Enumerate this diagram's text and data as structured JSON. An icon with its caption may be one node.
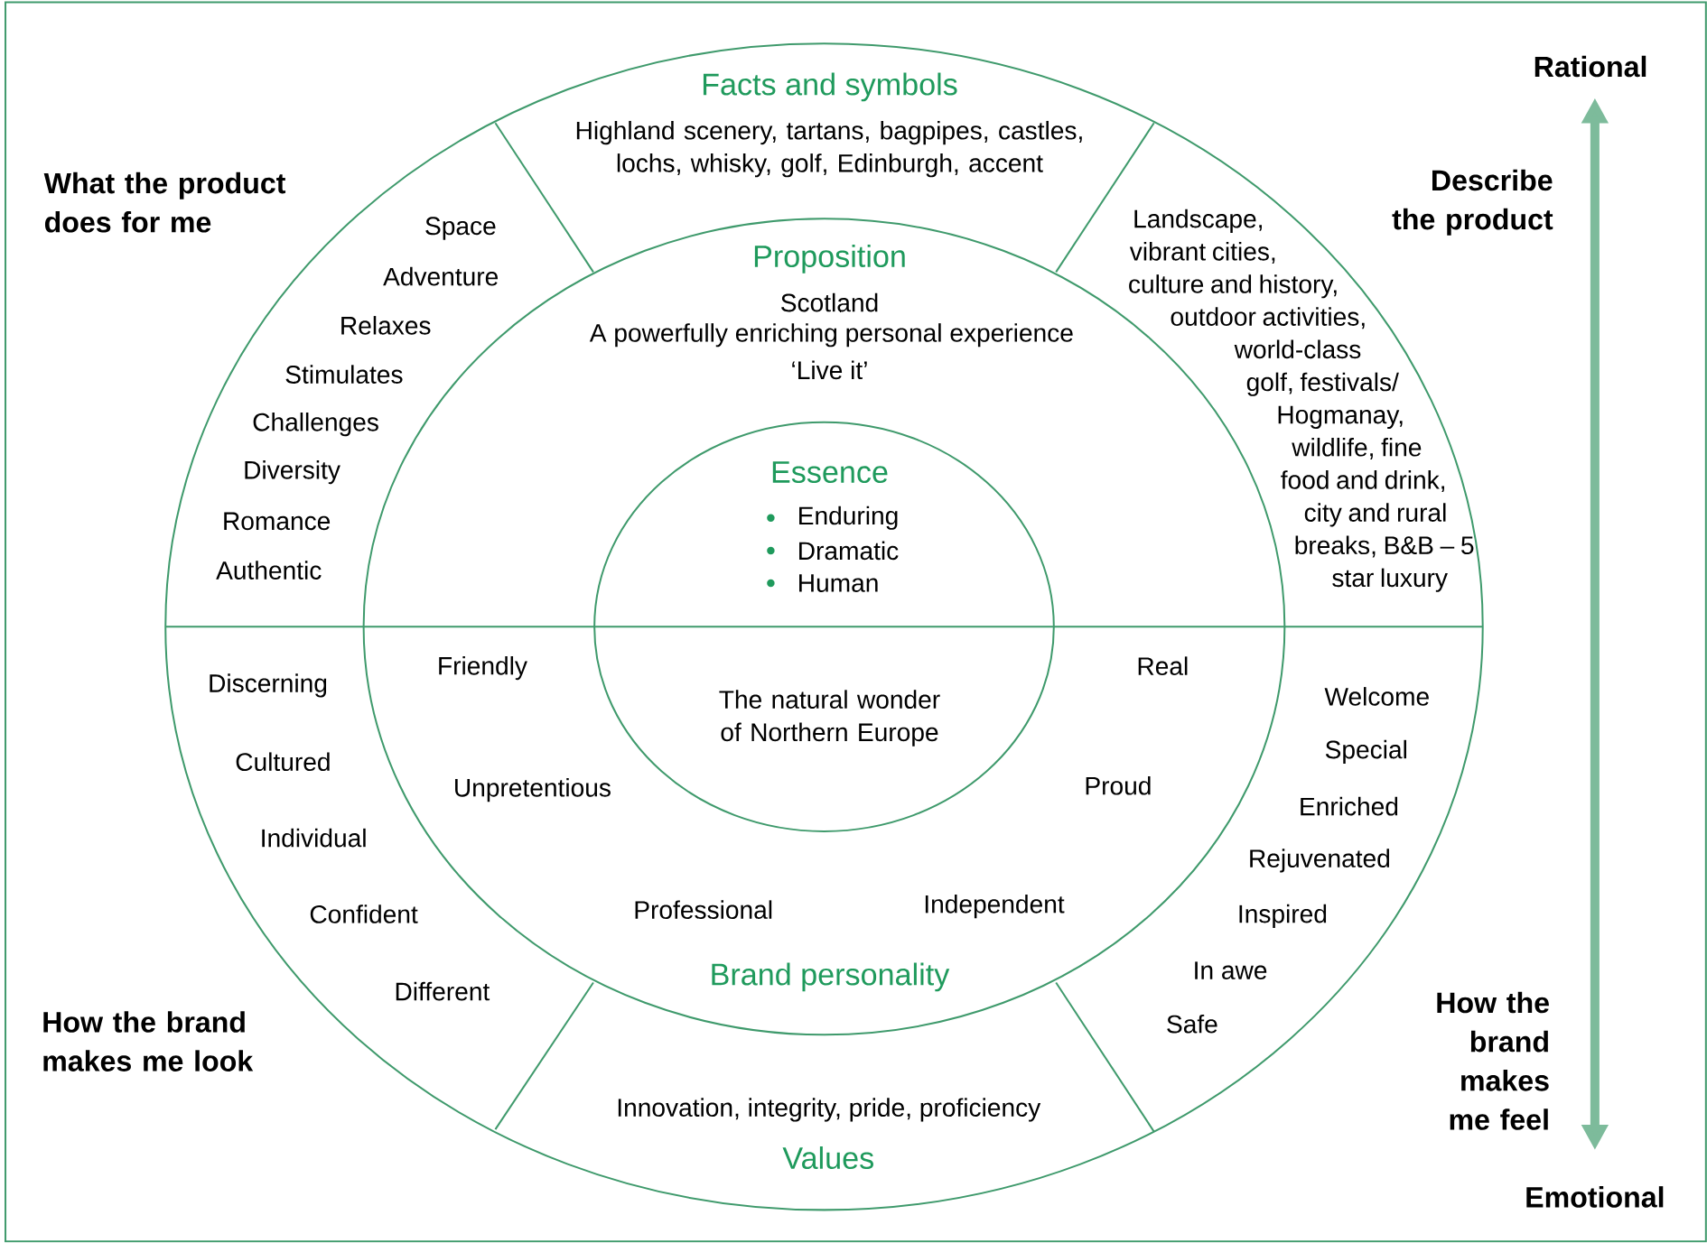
{
  "diagram": {
    "nodes": [
      {
        "text": [
          "Facts and symbols",
          "Highland scenery, tartans, bagpipes, castles, lochs, whisky, golf, Edinburgh, accent"
        ]
      },
      {
        "text": [
          "Proposition",
          "Scotland",
          "A powerfully enriching personal experience",
          "‘Live it’"
        ]
      },
      {
        "text": [
          "Essence",
          "Enduring",
          "Dramatic",
          "Human"
        ]
      },
      {
        "text": [
          "The natural wonder of Northern Europe"
        ]
      },
      {
        "text": [
          "Brand personality",
          "Friendly",
          "Unpretentious",
          "Professional",
          "Independent",
          "Proud",
          "Real"
        ]
      },
      {
        "text": [
          "Innovation, integrity, pride, proficiency",
          "Values"
        ]
      },
      {
        "text": [
          "Space",
          "Adventure",
          "Relaxes",
          "Stimulates",
          "Challenges",
          "Diversity",
          "Romance",
          "Authentic"
        ]
      },
      {
        "text": [
          "Landscape, vibrant cities, culture and history, outdoor activities, world-class golf, festivals/ Hogmanay, wildlife, fine food and drink, city and rural breaks, B&B – 5 star luxury"
        ]
      },
      {
        "text": [
          "Discerning",
          "Cultured",
          "Individual",
          "Confident",
          "Different"
        ]
      },
      {
        "text": [
          "Welcome",
          "Special",
          "Enriched",
          "Rejuvenated",
          "Inspired",
          "In awe",
          "Safe"
        ]
      }
    ],
    "labels": [
      "Rational",
      "What the product does for me",
      "Describe the product",
      "How the brand makes me look",
      "How the brand makes me feel",
      "Emotional"
    ]
  }
}
